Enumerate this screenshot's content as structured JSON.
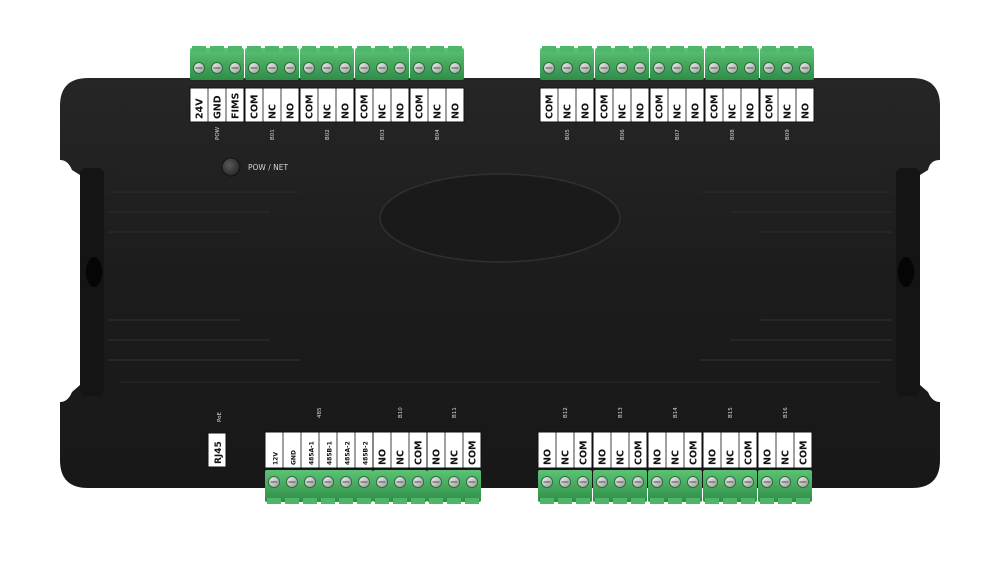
{
  "device": {
    "top_blocks": [
      {
        "label": "POW",
        "pins": [
          "24V",
          "GND",
          "FIMS"
        ]
      },
      {
        "label": "B01",
        "pins": [
          "COM",
          "NC",
          "NO"
        ]
      },
      {
        "label": "B02",
        "pins": [
          "COM",
          "NC",
          "NO"
        ]
      },
      {
        "label": "B03",
        "pins": [
          "COM",
          "NC",
          "NO"
        ]
      },
      {
        "label": "B04",
        "pins": [
          "COM",
          "NC",
          "NO"
        ]
      },
      {
        "label": "B05",
        "pins": [
          "COM",
          "NC",
          "NO"
        ]
      },
      {
        "label": "B06",
        "pins": [
          "COM",
          "NC",
          "NO"
        ]
      },
      {
        "label": "B07",
        "pins": [
          "COM",
          "NC",
          "NO"
        ]
      },
      {
        "label": "B08",
        "pins": [
          "COM",
          "NC",
          "NO"
        ]
      },
      {
        "label": "B09",
        "pins": [
          "COM",
          "NC",
          "NO"
        ]
      }
    ],
    "bottom_blocks": [
      {
        "label": "485",
        "pins": [
          "12V",
          "GND",
          "485A-1",
          "485B-1",
          "485A-2",
          "485B-2"
        ]
      },
      {
        "label": "B10",
        "pins": [
          "NO",
          "NC",
          "COM"
        ]
      },
      {
        "label": "B11",
        "pins": [
          "NO",
          "NC",
          "COM"
        ]
      },
      {
        "label": "B12",
        "pins": [
          "NO",
          "NC",
          "COM"
        ]
      },
      {
        "label": "B13",
        "pins": [
          "NO",
          "NC",
          "COM"
        ]
      },
      {
        "label": "B14",
        "pins": [
          "NO",
          "NC",
          "COM"
        ]
      },
      {
        "label": "B15",
        "pins": [
          "NO",
          "NC",
          "COM"
        ]
      },
      {
        "label": "B16",
        "pins": [
          "NO",
          "NC",
          "COM"
        ]
      }
    ],
    "poe_label": "PoE",
    "rj45_label": "RJ45",
    "led_label": "POW / NET",
    "colors": {
      "body": "#1b1b1b",
      "body_edge": "#2a2a2a",
      "terminal_green": "#3fa85b",
      "label_strip": "#ffffff"
    }
  }
}
